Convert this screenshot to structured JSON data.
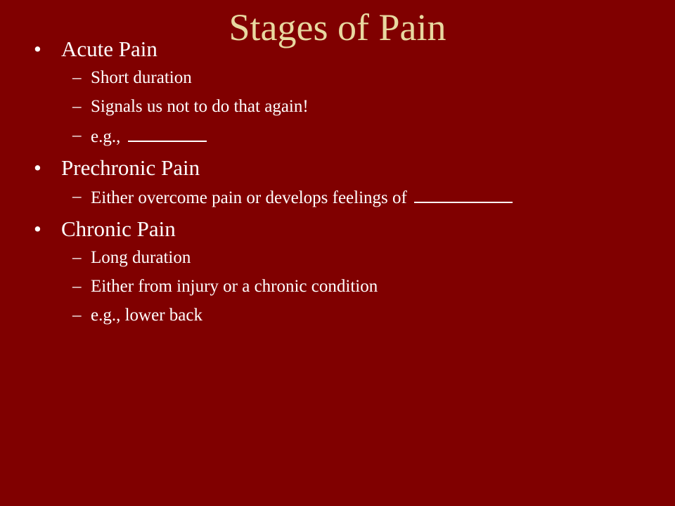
{
  "slide": {
    "title": "Stages of Pain",
    "bullet_glyph": "•",
    "dash_glyph": "–",
    "sections": [
      {
        "heading": "Acute Pain",
        "items": [
          {
            "text": "Short duration",
            "blank": false
          },
          {
            "text": "Signals us not to do that again!",
            "blank": false
          },
          {
            "text": "e.g.,",
            "blank": true
          }
        ]
      },
      {
        "heading": "Prechronic Pain",
        "items": [
          {
            "text": "Either overcome pain or develops feelings of",
            "blank": true
          }
        ]
      },
      {
        "heading": "Chronic Pain",
        "items": [
          {
            "text": "Long duration",
            "blank": false
          },
          {
            "text": "Either from injury or a chronic condition",
            "blank": false
          },
          {
            "text": "e.g., lower back",
            "blank": false
          }
        ]
      }
    ]
  },
  "colors": {
    "background": "#800000",
    "title": "#e8d8a0",
    "body_text": "#ffffff"
  }
}
